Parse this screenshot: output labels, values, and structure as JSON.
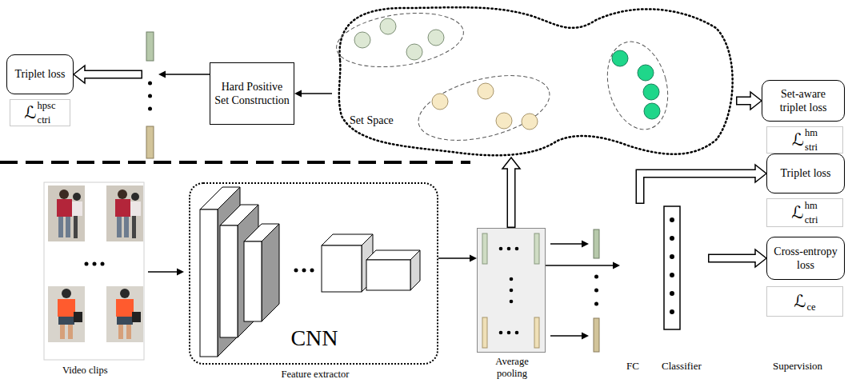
{
  "diagram": {
    "nodes": [
      {
        "text": [
          "Triplet loss"
        ]
      },
      {
        "text": [
          "ℒ",
          "hpsc",
          "ctri"
        ]
      },
      {
        "text": [
          "Hard Positive Set Construction"
        ]
      },
      {
        "text": [
          "Set Space"
        ]
      },
      {
        "text": [
          "Set-aware triplet loss"
        ]
      },
      {
        "text": [
          "ℒ",
          "hm",
          "stri"
        ]
      },
      {
        "text": [
          "CNN",
          "Feature extractor"
        ]
      },
      {
        "text": [
          "Average pooling"
        ]
      },
      {
        "text": [
          "Triplet loss"
        ]
      },
      {
        "text": [
          "ℒ",
          "hm",
          "ctri"
        ]
      },
      {
        "text": [
          "Classifier"
        ]
      },
      {
        "text": [
          "Cross-entropy loss"
        ]
      },
      {
        "text": [
          "ℒ",
          "ce"
        ]
      }
    ],
    "edges": [
      {
        "from": 2,
        "to": 0,
        "arrow": "to"
      },
      {
        "from": 3,
        "to": 2,
        "arrow": "to"
      },
      {
        "from": 3,
        "to": 4,
        "arrow": "to"
      },
      {
        "from": 6,
        "to": 7,
        "arrow": "to"
      },
      {
        "from": 7,
        "to": 3,
        "arrow": "to"
      },
      {
        "from": 7,
        "to": 10,
        "arrow": "to"
      },
      {
        "from": 10,
        "to": 8,
        "arrow": "to"
      },
      {
        "from": 10,
        "to": 11,
        "arrow": "to"
      }
    ],
    "labels": [
      "Video clips",
      "FC",
      "Supervision"
    ]
  }
}
